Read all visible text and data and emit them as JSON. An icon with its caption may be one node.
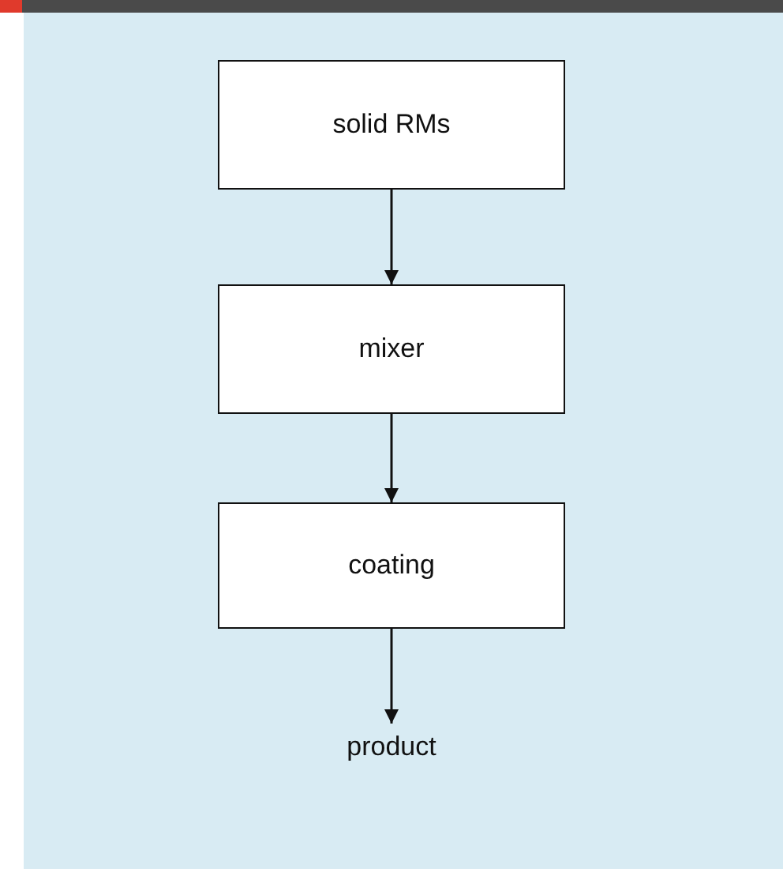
{
  "diagram": {
    "nodes": [
      {
        "text": [
          "solid RMs"
        ]
      },
      {
        "text": [
          "mixer"
        ]
      },
      {
        "text": [
          "coating"
        ]
      },
      {
        "text": [
          "product"
        ]
      }
    ],
    "edges": [
      {
        "from": 0,
        "to": 1,
        "arrow": "to"
      },
      {
        "from": 1,
        "to": 2,
        "arrow": "to"
      },
      {
        "from": 2,
        "to": 3,
        "arrow": "to"
      }
    ]
  }
}
